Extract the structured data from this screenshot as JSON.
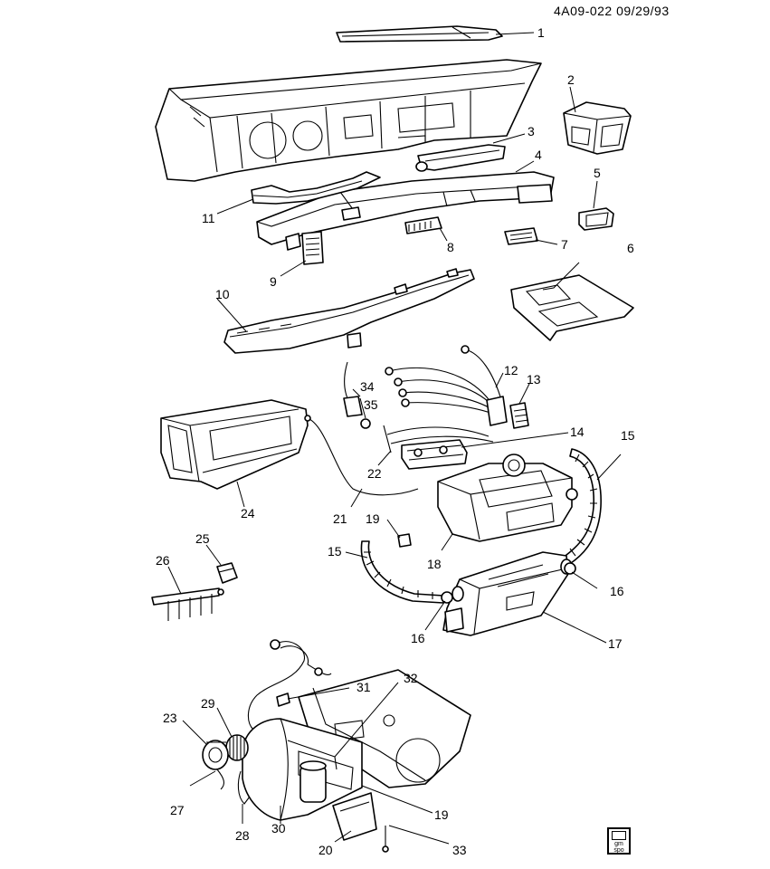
{
  "header": {
    "drawing_code": "4A09-022 09/29/93"
  },
  "callouts": [
    "1",
    "2",
    "3",
    "4",
    "5",
    "6",
    "7",
    "8",
    "9",
    "10",
    "11",
    "12",
    "13",
    "14",
    "15",
    "15",
    "16",
    "16",
    "17",
    "18",
    "19",
    "19",
    "20",
    "21",
    "22",
    "23",
    "24",
    "25",
    "26",
    "27",
    "28",
    "29",
    "30",
    "31",
    "32",
    "33",
    "34",
    "35"
  ],
  "logo": {
    "text": "gm spo"
  }
}
